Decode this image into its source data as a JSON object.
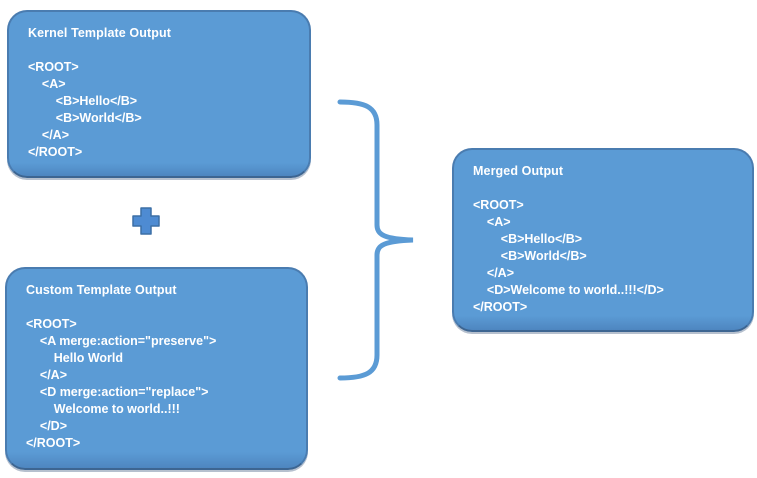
{
  "kernel_box": {
    "title": "Kernel Template Output",
    "code_lines": [
      "<ROOT>",
      "    <A>",
      "        <B>Hello</B>",
      "        <B>World</B>",
      "    </A>",
      "</ROOT>"
    ]
  },
  "custom_box": {
    "title": "Custom Template Output",
    "code_lines": [
      "<ROOT>",
      "    <A merge:action=\"preserve\">",
      "        Hello World",
      "    </A>",
      "    <D merge:action=\"replace\">",
      "        Welcome to world..!!!",
      "    </D>",
      "</ROOT>"
    ]
  },
  "merged_box": {
    "title": "Merged Output",
    "code_lines": [
      "<ROOT>",
      "    <A>",
      "        <B>Hello</B>",
      "        <B>World</B>",
      "    </A>",
      "    <D>Welcome to world..!!!</D>",
      "</ROOT>"
    ]
  },
  "operators": {
    "plus_icon": "plus",
    "brace_icon": "right-curly-brace"
  },
  "colors": {
    "page_bg": "#FFFFFF",
    "box_fill": "#5B9BD5",
    "box_fill_bottom": "#4E86C0",
    "box_border": "#4A7CB0",
    "box_border_bottom": "#3D6591",
    "text_color": "#FFFFFF",
    "brace_color": "#5B9BD5",
    "plus_fill": "#4E8BD2",
    "plus_border": "#3C6FA5"
  }
}
